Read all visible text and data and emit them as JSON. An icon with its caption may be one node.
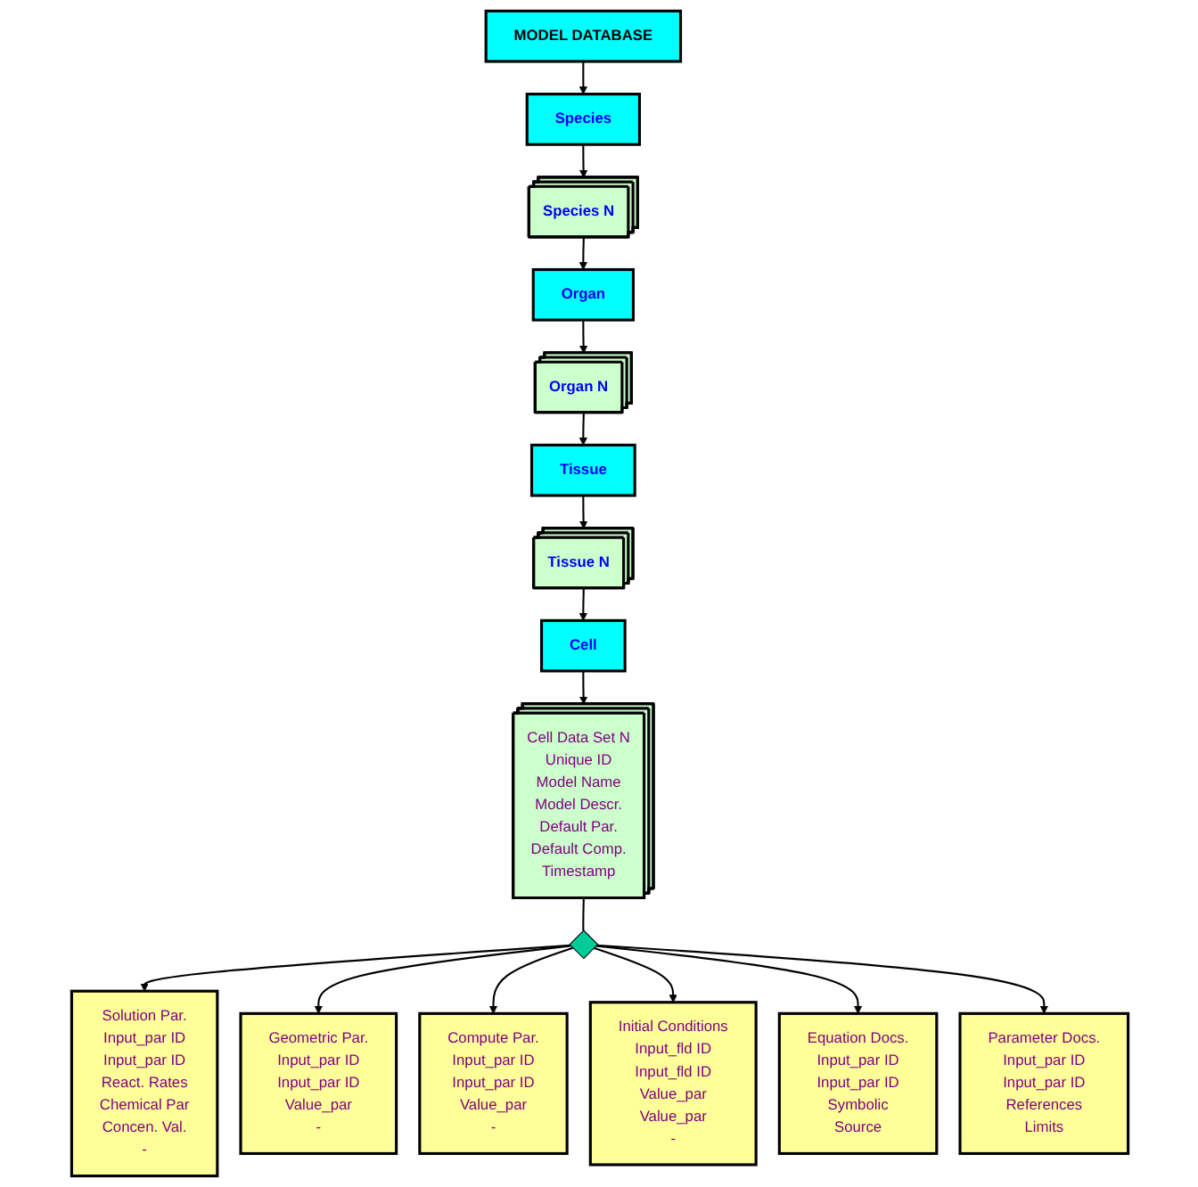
{
  "diagram": {
    "nodes": [
      {
        "text": [
          "MODEL DATABASE"
        ]
      },
      {
        "text": [
          "Species"
        ]
      },
      {
        "text": [
          "Species N"
        ]
      },
      {
        "text": [
          "Organ"
        ]
      },
      {
        "text": [
          "Organ N"
        ]
      },
      {
        "text": [
          "Tissue"
        ]
      },
      {
        "text": [
          "Tissue N"
        ]
      },
      {
        "text": [
          "Cell"
        ]
      },
      {
        "text": [
          "Cell Data Set N",
          "Unique ID",
          "Model Name",
          "Model Descr.",
          "Default Par.",
          "Default Comp.",
          "Timestamp"
        ]
      },
      {
        "text": [],
        "shape": "diamond"
      },
      {
        "text": [
          "Solution Par.",
          "Input_par ID",
          "Input_par ID",
          "React. Rates",
          "Chemical Par",
          "Concen. Val.",
          "-"
        ]
      },
      {
        "text": [
          "Geometric Par.",
          "Input_par ID",
          "Input_par ID",
          "Value_par",
          "-"
        ]
      },
      {
        "text": [
          "Compute Par.",
          "Input_par ID",
          "Input_par ID",
          "Value_par",
          "-"
        ]
      },
      {
        "text": [
          "Initial Conditions",
          "Input_fld ID",
          "Input_fld ID",
          "Value_par",
          "Value_par",
          "-"
        ]
      },
      {
        "text": [
          "Equation Docs.",
          "Input_par ID",
          "Input_par ID",
          "Symbolic",
          "Source"
        ]
      },
      {
        "text": [
          "Parameter Docs.",
          "Input_par ID",
          "Input_par ID",
          "References",
          "Limits"
        ]
      }
    ],
    "edges": [
      {
        "from": 0,
        "to": 1,
        "arrow": "to"
      },
      {
        "from": 1,
        "to": 2,
        "arrow": "to"
      },
      {
        "from": 2,
        "to": 3,
        "arrow": "to"
      },
      {
        "from": 3,
        "to": 4,
        "arrow": "to"
      },
      {
        "from": 4,
        "to": 5,
        "arrow": "to"
      },
      {
        "from": 5,
        "to": 6,
        "arrow": "to"
      },
      {
        "from": 6,
        "to": 7,
        "arrow": "to"
      },
      {
        "from": 7,
        "to": 8,
        "arrow": "to"
      },
      {
        "from": 8,
        "to": 9,
        "arrow": "none"
      },
      {
        "from": 9,
        "to": 10,
        "arrow": "to"
      },
      {
        "from": 9,
        "to": 11,
        "arrow": "to"
      },
      {
        "from": 9,
        "to": 12,
        "arrow": "to"
      },
      {
        "from": 9,
        "to": 13,
        "arrow": "to"
      },
      {
        "from": 9,
        "to": 14,
        "arrow": "to"
      },
      {
        "from": 9,
        "to": 15,
        "arrow": "to"
      }
    ]
  }
}
